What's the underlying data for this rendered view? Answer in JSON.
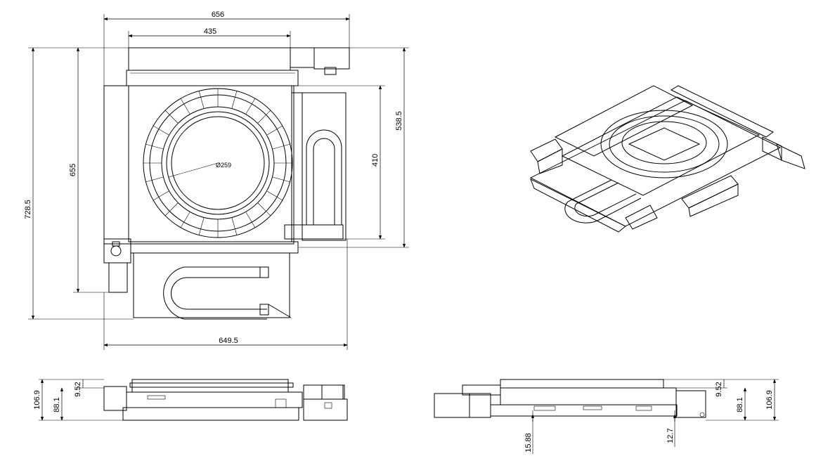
{
  "drawing": {
    "dimensions": {
      "top_width_outer": "656",
      "top_width_inner": "435",
      "left_height_inner": "655",
      "left_height_outer": "728.5",
      "right_height_outer": "538.5",
      "right_height_inner": "410",
      "bottom_width": "649.5",
      "bore_diameter": "Ø259",
      "side_left_h1": "106.9",
      "side_left_h2": "88.1",
      "side_left_h3": "9.52",
      "side_right_h1": "9.52",
      "side_right_h2": "88.1",
      "side_right_h3": "106.9",
      "side_right_bottom_a": "15.88",
      "side_right_bottom_b": "12.7"
    }
  }
}
